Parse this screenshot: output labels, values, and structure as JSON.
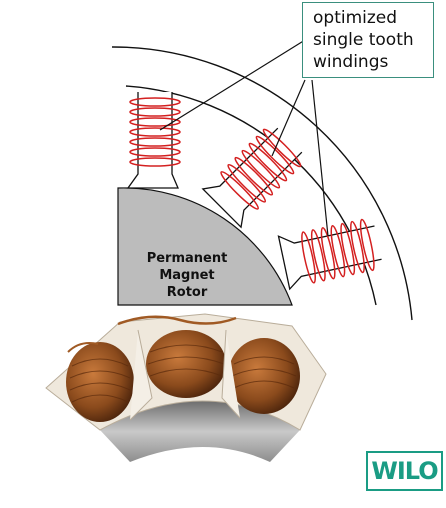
{
  "callout": {
    "lines": [
      "optimized",
      "single tooth",
      "windings"
    ]
  },
  "rotor": {
    "lines": [
      "Permanent",
      "Magnet",
      "Rotor"
    ]
  },
  "logo": {
    "text": "WILO",
    "color": "#1a9c84"
  },
  "colors": {
    "winding": "#d42020",
    "outline": "#111111",
    "rotor_fill": "#bcbcbc",
    "copper": "#8a4a1c",
    "insulator": "#efe8dc"
  }
}
